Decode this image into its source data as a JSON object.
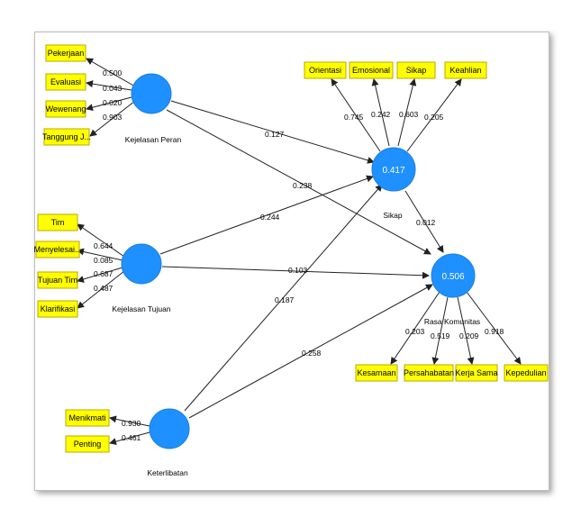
{
  "colors": {
    "construct_fill": "#1e90ff",
    "construct_stroke": "#1c7fe0",
    "indicator_fill": "#ffff00",
    "indicator_stroke": "#b8a800",
    "arrow": "#222222"
  },
  "constructs": {
    "peran": {
      "name": "Kejelasan Peran"
    },
    "tujuan": {
      "name": "Kejelasan Tujuan"
    },
    "keterlibatan": {
      "name": "Keterlibatan"
    },
    "sikap": {
      "name": "Sikap",
      "r2": "0.417"
    },
    "rasa": {
      "name": "Rasa Komunitas",
      "r2": "0.506"
    }
  },
  "indicators": {
    "pekerjaan": "Pekerjaan",
    "evaluasi": "Evaluasi",
    "wewenang": "Wewenang",
    "tanggung": "Tanggung J...",
    "tim": "Tim",
    "menyelesai": "Menyelesai...",
    "tujuantim": "Tujuan Tim",
    "klarifikasi": "Klarifikasi",
    "menikmati": "Menikmati",
    "penting": "Penting",
    "orientasi": "Orientasi",
    "emosional": "Emosional",
    "sikap_ind": "Sikap",
    "keahlian": "Keahlian",
    "kesamaan": "Kesamaan",
    "persahabatan": "Persahabatan",
    "kerjasama": "Kerja Sama",
    "kepedulian": "Kepedulian"
  },
  "loadings": {
    "pekerjaan": "0.500",
    "evaluasi": "0.043",
    "wewenang": "0.020",
    "tanggung": "0.903",
    "tim": "0.644",
    "menyelesai": "0.085",
    "tujuantim": "0.687",
    "klarifikasi": "0.487",
    "menikmati": "0.930",
    "penting": "0.461",
    "orientasi": "0.745",
    "emosional": "0.242",
    "sikap_ind": "0.603",
    "keahlian": "0.205",
    "kesamaan": "0.203",
    "persahabatan": "0.519",
    "kerjasama": "0.209",
    "kepedulian": "0.918"
  },
  "paths": {
    "peran_sikap": "0.127",
    "peran_rasa": "0.238",
    "tujuan_sikap": "0.244",
    "tujuan_rasa": "0.103",
    "keterlibatan_sikap": "0.187",
    "keterlibatan_rasa": "0.258",
    "sikap_rasa": "0.012"
  }
}
